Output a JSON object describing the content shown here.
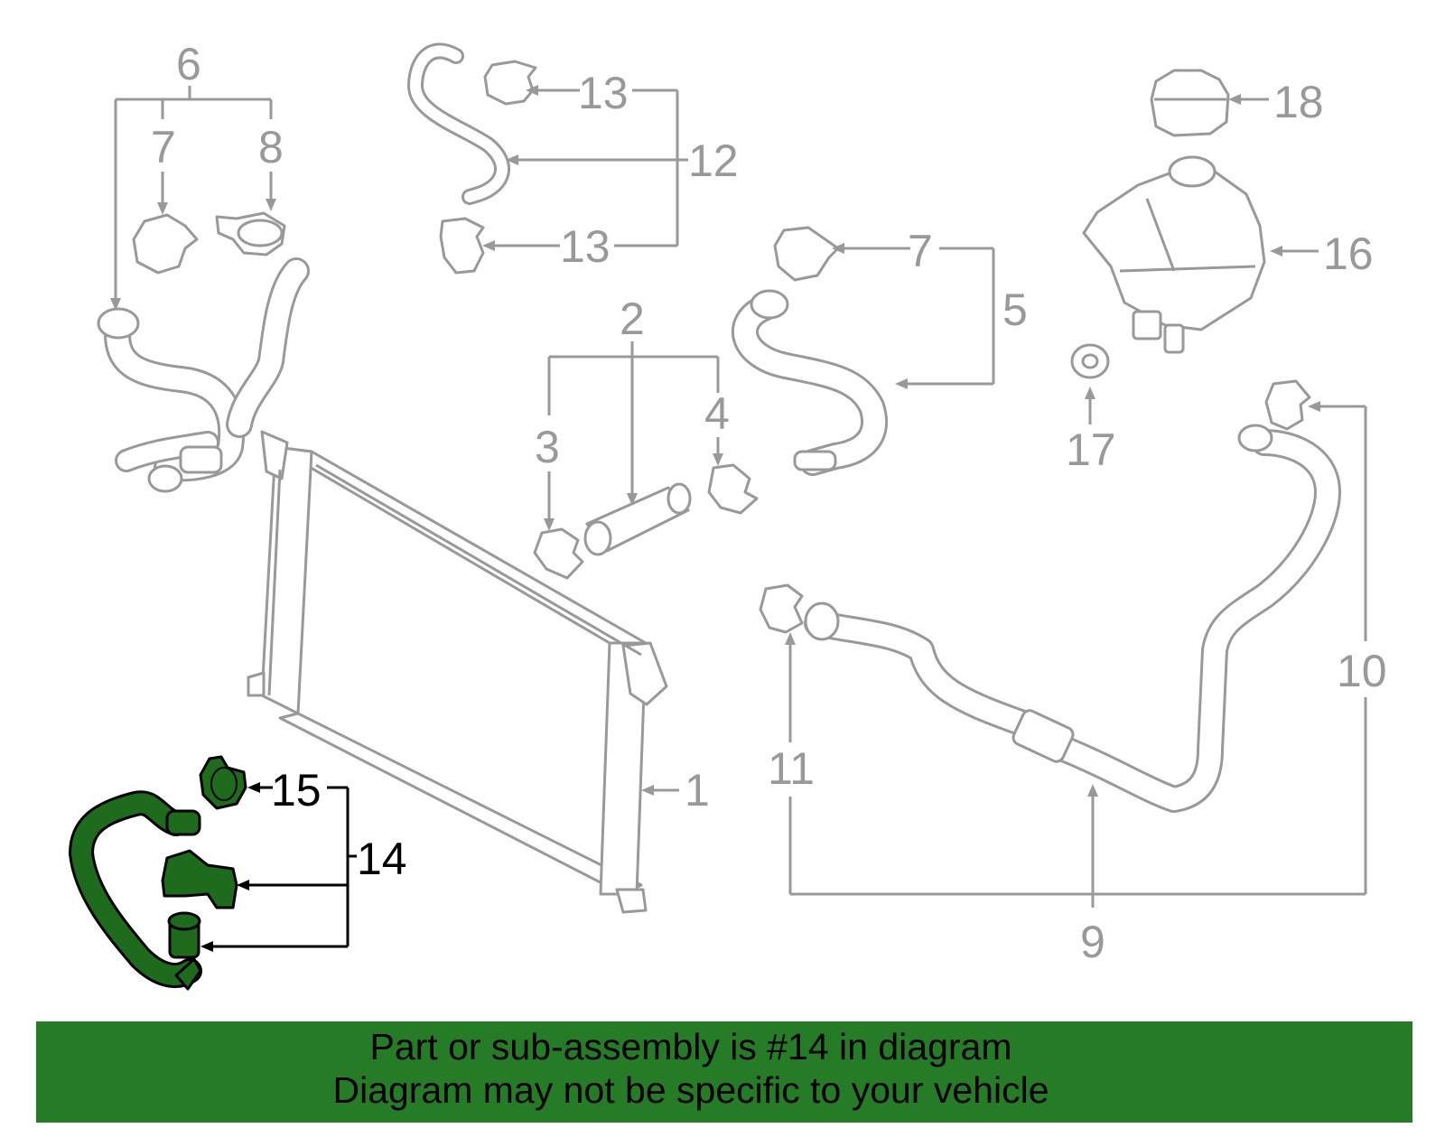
{
  "callouts": {
    "c1": "1",
    "c2": "2",
    "c3": "3",
    "c4": "4",
    "c5": "5",
    "c6": "6",
    "c7a": "7",
    "c7b": "7",
    "c8": "8",
    "c9": "9",
    "c10": "10",
    "c11": "11",
    "c12": "12",
    "c13a": "13",
    "c13b": "13",
    "c14": "14",
    "c15": "15",
    "c16": "16",
    "c17": "17",
    "c18": "18"
  },
  "highlighted_part": "14",
  "colors": {
    "part_outline": "#999999",
    "highlight_fill": "#1e6b1e",
    "banner_background": "#257b26",
    "highlight_text": "#000000"
  },
  "banner": {
    "line1": "Part or sub-assembly is #14 in diagram",
    "line2": "Diagram may not be specific to your vehicle"
  }
}
